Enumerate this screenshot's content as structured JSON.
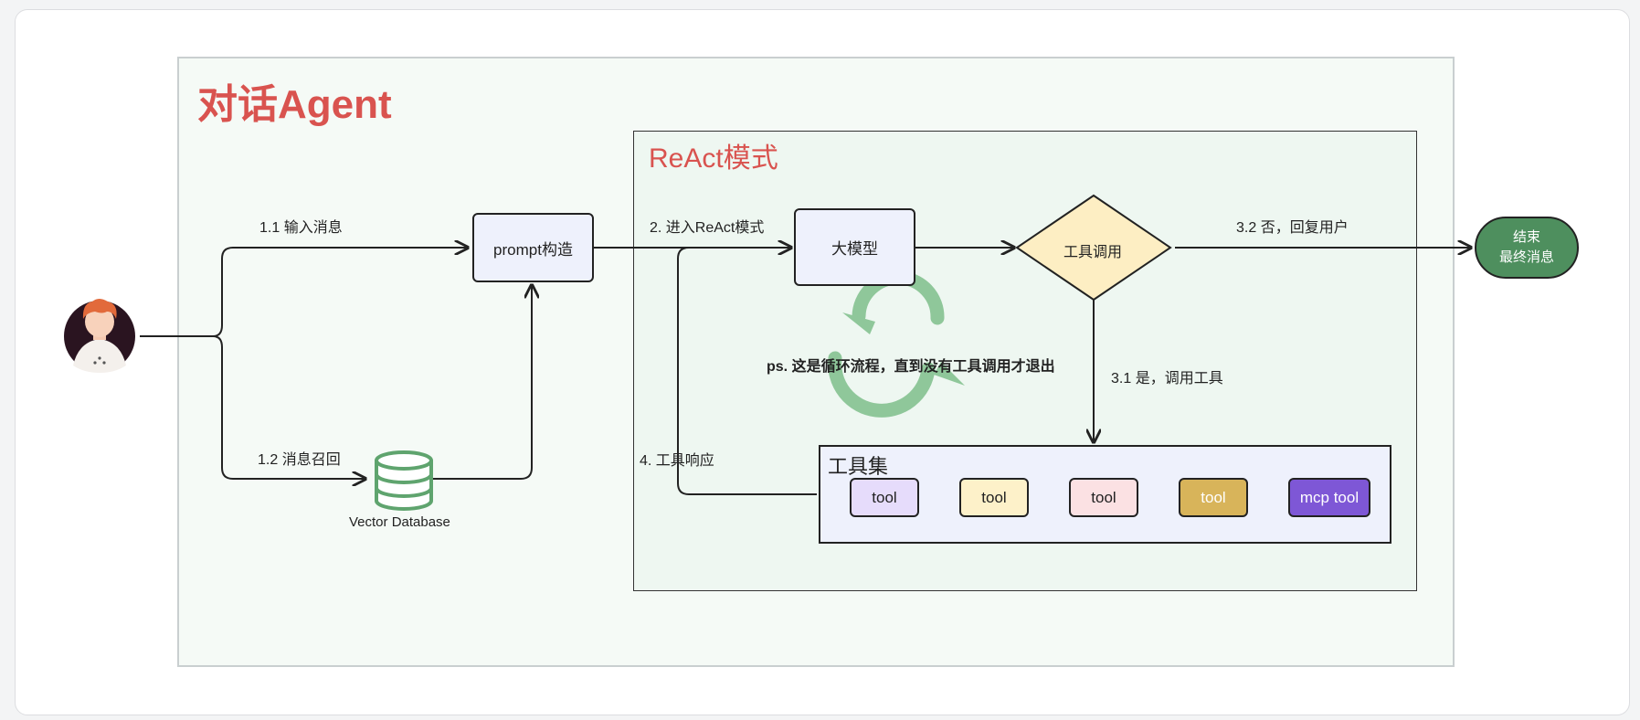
{
  "diagram": {
    "title": "对话Agent",
    "react_title": "ReAct模式",
    "nodes": {
      "prompt": "prompt构造",
      "llm": "大模型",
      "decision": "工具调用",
      "end_line1": "结束",
      "end_line2": "最终消息",
      "vector_db": "Vector Database"
    },
    "edges": {
      "input_message": "1.1 输入消息",
      "recall_message": "1.2 消息召回",
      "enter_react": "2. 进入ReAct模式",
      "yes_call_tool": "3.1 是，调用工具",
      "no_reply_user": "3.2 否，回复用户",
      "tool_response": "4. 工具响应"
    },
    "loop_note": "ps. 这是循环流程，直到没有工具调用才退出",
    "toolset": {
      "title": "工具集",
      "tools": [
        {
          "label": "tool",
          "color": "#e6dcfb"
        },
        {
          "label": "tool",
          "color": "#fdf1c9"
        },
        {
          "label": "tool",
          "color": "#fbe1e3"
        },
        {
          "label": "tool",
          "color": "#d8b45a"
        },
        {
          "label": "mcp tool",
          "color": "#7e57d6"
        }
      ]
    },
    "colors": {
      "title_red": "#d9534f",
      "end_green": "#4e8f5e",
      "db_green": "#5fa46e",
      "loop_green": "#7fbf8a",
      "decision_fill": "#fdeec3"
    }
  }
}
